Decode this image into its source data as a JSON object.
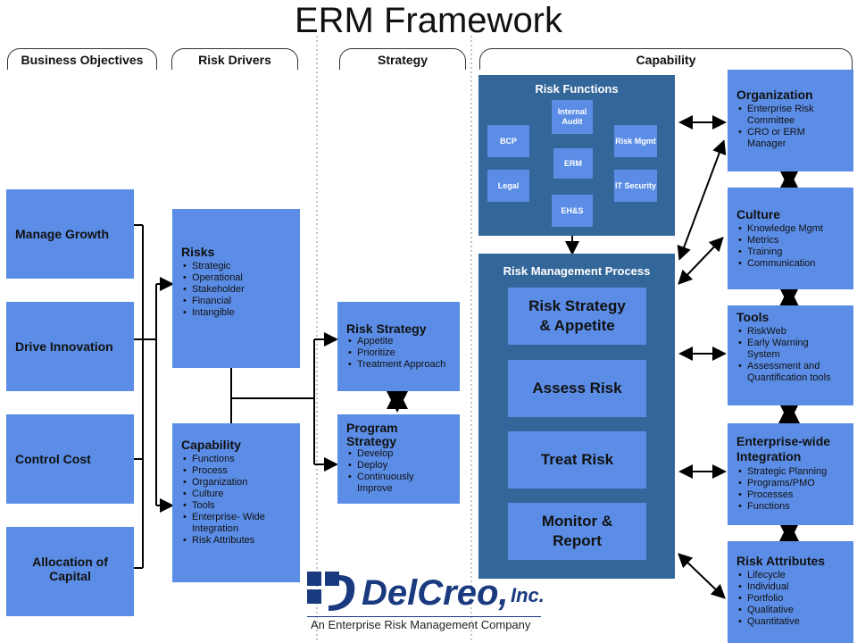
{
  "title": "ERM Framework",
  "headers": [
    "Business Objectives",
    "Risk Drivers",
    "Strategy",
    "Capability"
  ],
  "objectives": [
    "Manage Growth",
    "Drive Innovation",
    "Control Cost",
    "Allocation of Capital"
  ],
  "risks": {
    "title": "Risks",
    "items": [
      "Strategic",
      "Operational",
      "Stakeholder",
      "Financial",
      "Intangible"
    ]
  },
  "capability": {
    "title": "Capability",
    "items": [
      "Functions",
      "Process",
      "Organization",
      "Culture",
      "Tools",
      "Enterprise- Wide Integration",
      "Risk Attributes"
    ]
  },
  "risk_strategy": {
    "title": "Risk Strategy",
    "items": [
      "Appetite",
      "Prioritize",
      "Treatment Approach"
    ]
  },
  "program_strategy": {
    "title": "Program Strategy",
    "items": [
      "Develop",
      "Deploy",
      "Continuously Improve"
    ]
  },
  "risk_functions": {
    "title": "Risk Functions",
    "center": "ERM",
    "nodes": {
      "audit": "Internal Audit",
      "bcp": "BCP",
      "mgmt": "Risk Mgmt",
      "legal": "Legal",
      "it": "IT Security",
      "ehs": "EH&S"
    }
  },
  "process": {
    "title": "Risk Management Process",
    "steps": [
      "Risk Strategy & Appetite",
      "Assess Risk",
      "Treat Risk",
      "Monitor & Report"
    ]
  },
  "right": [
    {
      "title": "Organization",
      "items": [
        "Enterprise Risk Committee",
        "CRO or ERM Manager"
      ]
    },
    {
      "title": "Culture",
      "items": [
        "Knowledge Mgmt",
        "Metrics",
        "Training",
        "Communication"
      ]
    },
    {
      "title": "Tools",
      "items": [
        "RiskWeb",
        "Early Warning System",
        "Assessment and Quantification tools"
      ]
    },
    {
      "title": "Enterprise-wide Integration",
      "items": [
        "Strategic Planning",
        "Programs/PMO",
        "Processes",
        "Functions"
      ]
    },
    {
      "title": "Risk Attributes",
      "items": [
        "Lifecycle",
        "Individual",
        "Portfolio",
        "Qualitative",
        "Quantitative"
      ]
    }
  ],
  "logo": {
    "name": "DelCreo,",
    "suffix": "Inc.",
    "tagline": "An Enterprise Risk Management Company"
  }
}
